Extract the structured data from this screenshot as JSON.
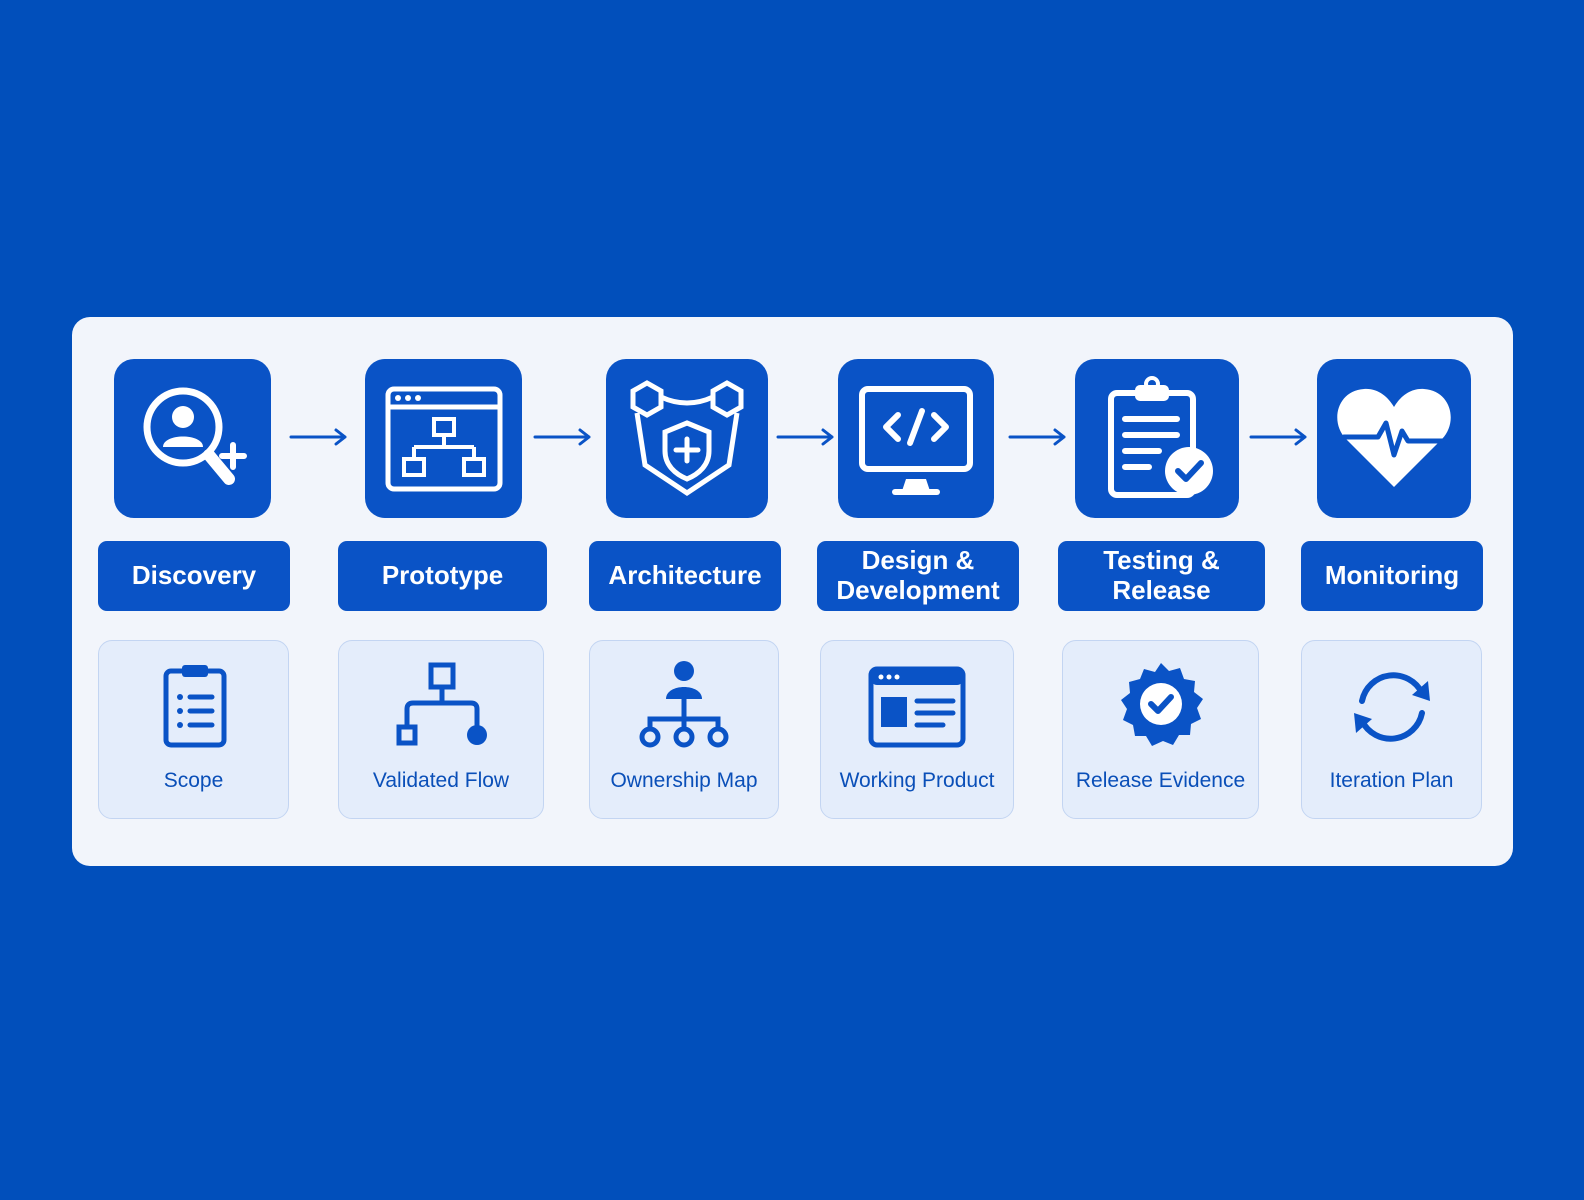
{
  "colors": {
    "background": "#014fbb",
    "panel": "#f2f5fb",
    "accent": "#0a53c6",
    "card": "#e4edfb",
    "card_text": "#0a4fb8"
  },
  "stages": [
    {
      "label": "Discovery",
      "icon": "magnifier-user-plus-icon"
    },
    {
      "label": "Prototype",
      "icon": "browser-flowchart-icon"
    },
    {
      "label": "Architecture",
      "icon": "hexagon-shield-network-icon"
    },
    {
      "label": "Design &\nDevelopment",
      "icon": "monitor-code-icon"
    },
    {
      "label": "Testing &\nRelease",
      "icon": "clipboard-check-icon"
    },
    {
      "label": "Monitoring",
      "icon": "heart-pulse-icon"
    }
  ],
  "outputs": [
    {
      "label": "Scope",
      "icon": "clipboard-list-icon"
    },
    {
      "label": "Validated Flow",
      "icon": "flow-branch-icon"
    },
    {
      "label": "Ownership Map",
      "icon": "org-chart-icon"
    },
    {
      "label": "Working Product",
      "icon": "browser-window-icon"
    },
    {
      "label": "Release Evidence",
      "icon": "badge-check-icon"
    },
    {
      "label": "Iteration Plan",
      "icon": "refresh-cycle-icon"
    }
  ]
}
